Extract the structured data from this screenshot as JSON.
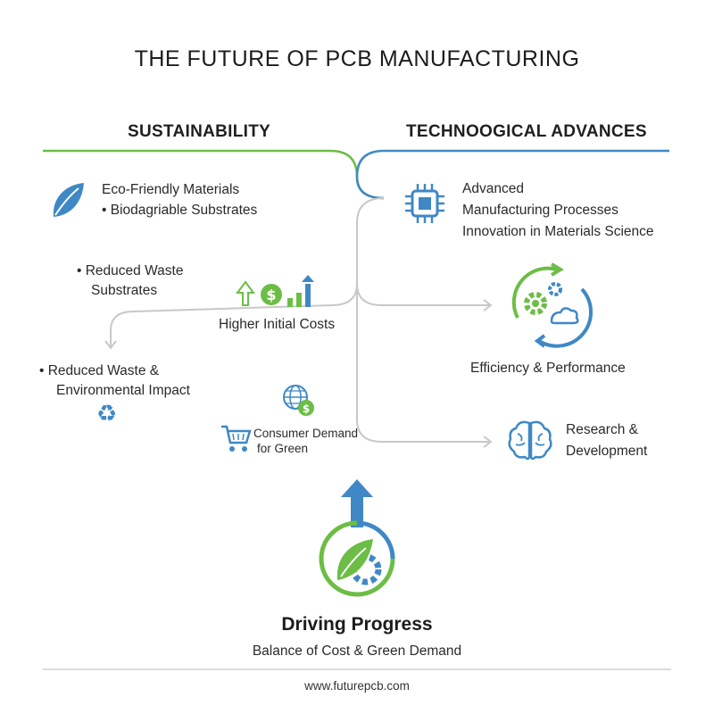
{
  "title": "THE FUTURE OF PCB MANUFACTURING",
  "colors": {
    "green": "#6cbd45",
    "blue": "#3f88c5",
    "gray": "#c8c8c8"
  },
  "left": {
    "heading": "SUSTAINABILITY",
    "eco_line1": "Eco-Friendly Materials",
    "eco_line2": "• Biodagriable Substrates",
    "reduced_line1": "• Reduced Waste",
    "reduced_line2": "Substrates",
    "costs": "Higher Initial Costs",
    "impact_line1": "• Reduced Waste &",
    "impact_line2": "Environmental Impact",
    "demand_line1": "Consumer Demand",
    "demand_line2": "for Green"
  },
  "right": {
    "heading": "TECHNOOGICAL ADVANCES",
    "adv_line1": "Advanced",
    "adv_line2": "Manufacturing Processes",
    "adv_line3": "Innovation in Materials Science",
    "efficiency": "Efficiency & Performance",
    "research_line1": "Research &",
    "research_line2": "Development"
  },
  "bottom": {
    "title": "Driving Progress",
    "subtitle": "Balance of Cost & Green Demand"
  },
  "footer": "www.futurepcb.com",
  "icons": [
    "leaf-icon",
    "chip-icon",
    "growth-icon",
    "gears-cycle-icon",
    "recycle-icon",
    "globe-dollar-icon",
    "cart-icon",
    "brain-icon",
    "up-arrow-icon",
    "leaf-gear-emblem"
  ]
}
